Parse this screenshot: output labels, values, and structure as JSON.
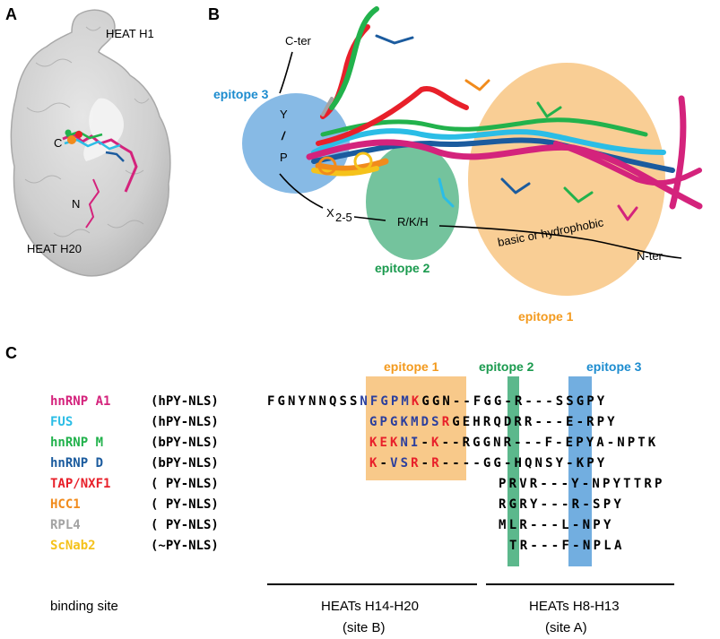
{
  "panels": {
    "a": "A",
    "b": "B",
    "c": "C"
  },
  "panel_a": {
    "heat_h1": "HEAT H1",
    "heat_h20": "HEAT H20",
    "c_label": "C",
    "n_label": "N"
  },
  "panel_b": {
    "c_ter": "C-ter",
    "n_ter": "N-ter",
    "epitope3": "epitope 3",
    "epitope2": "epitope 2",
    "epitope1": "epitope 1",
    "y": "Y",
    "slash": "/",
    "p": "P",
    "x": "X",
    "x_sub": "2-5",
    "rkh": "R/K/H",
    "basic_or": "basic or hydrophobic"
  },
  "colors": {
    "epitope1_fill": "#f8c98a",
    "epitope2_fill": "#5cb88c",
    "epitope3_fill": "#72aee0",
    "epitope1_text": "#f39a1e",
    "epitope2_text": "#1a9a4e",
    "epitope3_text": "#1c8ccf",
    "red_residue": "#e8202a",
    "blue_residue": "#2b3f9e"
  },
  "panel_c": {
    "epitope1": "epitope 1",
    "epitope2": "epitope 2",
    "epitope3": "epitope 3",
    "rows": [
      {
        "name": "hnRNP A1",
        "color": "#d4237c",
        "type": "(hPY-NLS)",
        "seq": "FGNYNNQSSNFGPMKGGN--FGG-R---SSGPY"
      },
      {
        "name": "FUS",
        "color": "#2bbde6",
        "type": "(hPY-NLS)",
        "seq": "GPGKMDSRGEHRQDRR---E-RPY"
      },
      {
        "name": "hnRNP M",
        "color": "#22b24c",
        "type": "(bPY-NLS)",
        "seq": "KEKNI-K--RGGNR---F-EPYA-NPTK"
      },
      {
        "name": "hnRNP D",
        "color": "#1b5b9e",
        "type": "(bPY-NLS)",
        "seq": "K-VSR-R----GG-HQNSY-KPY"
      },
      {
        "name": "TAP/NXF1",
        "color": "#e8202a",
        "type": "( PY-NLS)",
        "seq": "PRVR---Y-NPYTTRP"
      },
      {
        "name": "HCC1",
        "color": "#f18b1c",
        "type": "( PY-NLS)",
        "seq": "RGRY---R-SPY"
      },
      {
        "name": "RPL4",
        "color": "#a3a3a3",
        "type": "( PY-NLS)",
        "seq": "MLR---L-NPY"
      },
      {
        "name": "ScNab2",
        "color": "#f5c21b",
        "type": "(~PY-NLS)",
        "seq": "TR---F-NPLA"
      }
    ],
    "binding_site": "binding site",
    "heats_b": "HEATs H14-H20",
    "site_b": "(site B)",
    "heats_a": "HEATs H8-H13",
    "site_a": "(site A)"
  }
}
